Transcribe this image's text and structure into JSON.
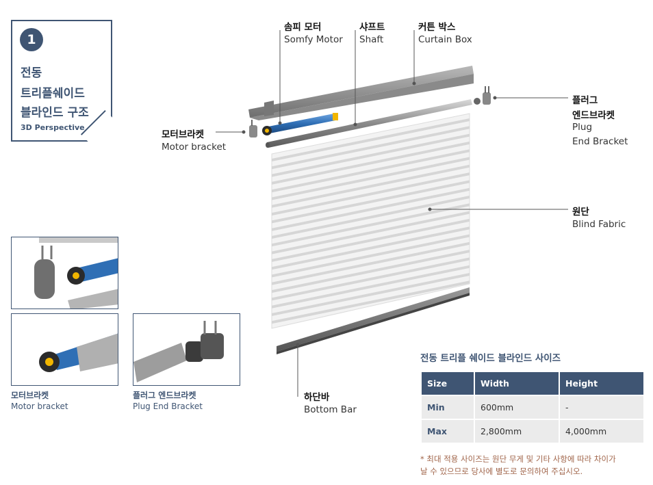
{
  "card": {
    "number": "1",
    "line1": "전동",
    "line2": "트리플쉐이드",
    "line3": "블라인드 구조",
    "subtitle": "3D Perspective"
  },
  "labels": {
    "motor_ko": "솜피 모터",
    "motor_en": "Somfy Motor",
    "shaft_ko": "샤프트",
    "shaft_en": "Shaft",
    "box_ko": "커튼 박스",
    "box_en": "Curtain Box",
    "motor_bracket_ko": "모터브라켓",
    "motor_bracket_en": "Motor bracket",
    "plug_ko_1": "플러그",
    "plug_ko_2": "엔드브라켓",
    "plug_en_1": "Plug",
    "plug_en_2": "End Bracket",
    "fabric_ko": "원단",
    "fabric_en": "Blind Fabric",
    "bottom_ko": "하단바",
    "bottom_en": "Bottom Bar"
  },
  "insets": {
    "motor_bracket_ko": "모터브라켓",
    "motor_bracket_en": "Motor bracket",
    "plug_ko": "플러그 엔드브라켓",
    "plug_en": "Plug End Bracket"
  },
  "size_table": {
    "title": "전동 트리플 쉐이드 블라인드 사이즈",
    "headers": [
      "Size",
      "Width",
      "Height"
    ],
    "rows": [
      [
        "Min",
        "600mm",
        "-"
      ],
      [
        "Max",
        "2,800mm",
        "4,000mm"
      ]
    ]
  },
  "note": {
    "line1": "* 최대 적용 사이즈는 원단 무게 및 기타 사항에 따라 차이가",
    "line2": "날 수 있으므로 당사에 별도로 문의하여 주십시오."
  },
  "colors": {
    "accent": "#3f5573",
    "motor_blue": "#2f6fb5",
    "gear_yellow": "#f2b600",
    "note_text": "#a06449"
  }
}
